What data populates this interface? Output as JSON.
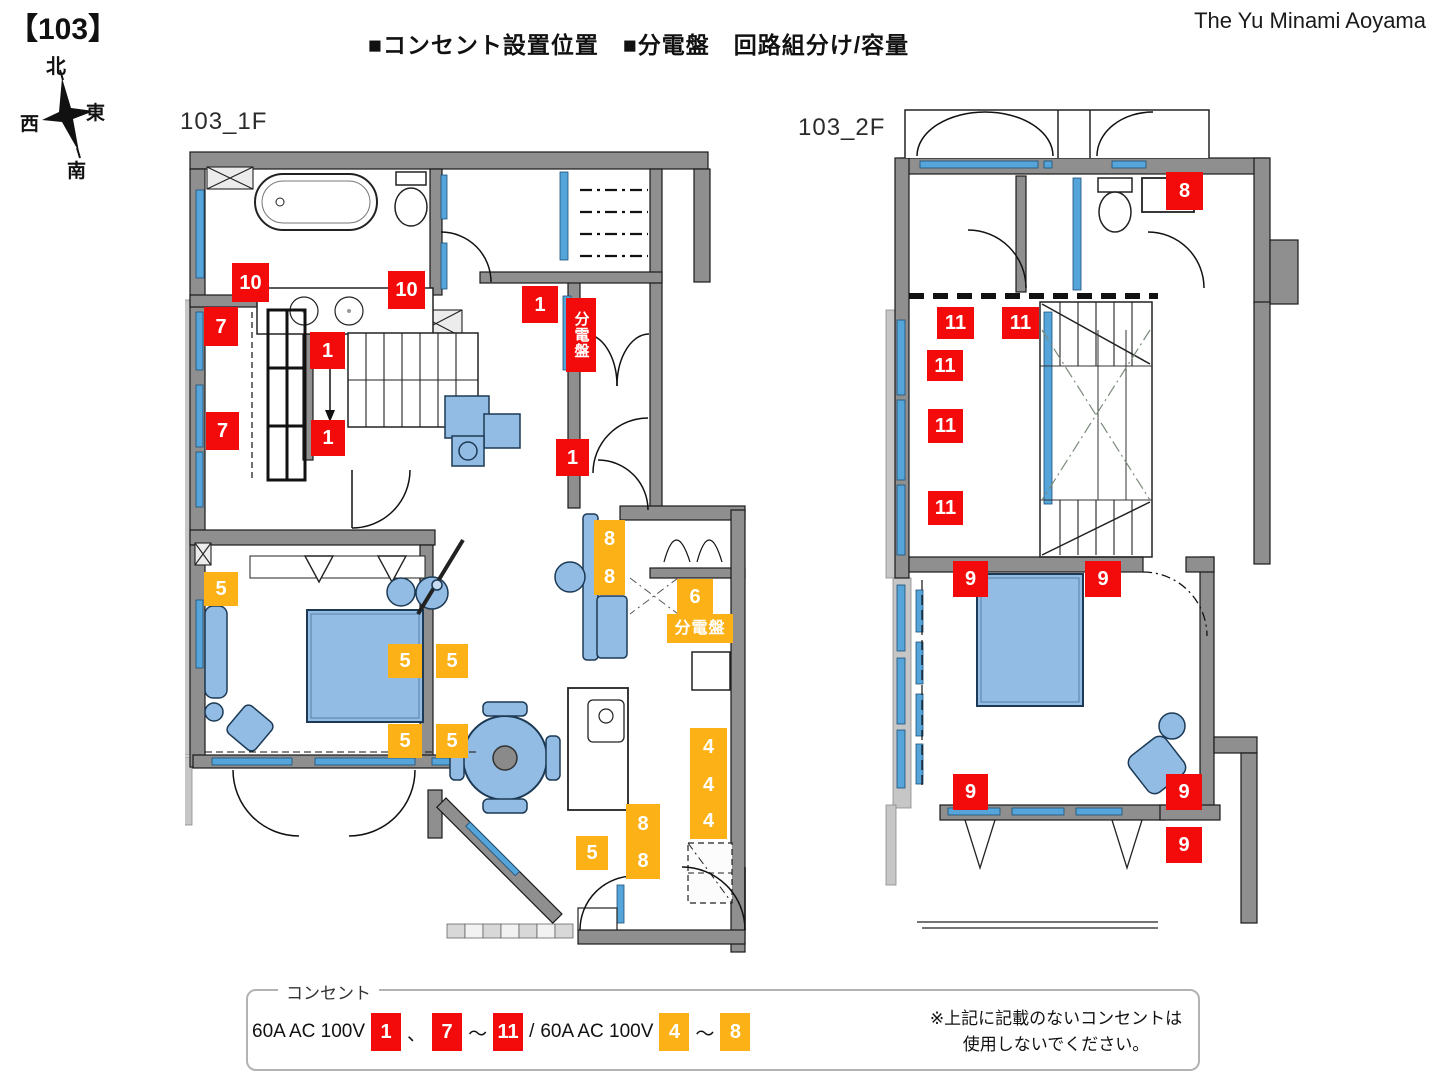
{
  "page": {
    "title": "【103】",
    "building": "The Yu Minami Aoyama",
    "header": "■コンセント設置位置　■分電盤　回路組分け/容量"
  },
  "compass": {
    "north": "北",
    "south": "南",
    "east": "東",
    "west": "西"
  },
  "plans": {
    "f1": {
      "label": "103_1F"
    },
    "f2": {
      "label": "103_2F"
    }
  },
  "markers_1f": [
    {
      "label": "10",
      "color": "red"
    },
    {
      "label": "10",
      "color": "red"
    },
    {
      "label": "7",
      "color": "red"
    },
    {
      "label": "7",
      "color": "red"
    },
    {
      "label": "1",
      "color": "red"
    },
    {
      "label": "1",
      "color": "red"
    },
    {
      "label": "1",
      "color": "red"
    },
    {
      "label": "分電盤",
      "color": "red"
    },
    {
      "label": "1",
      "color": "red"
    },
    {
      "label": "5",
      "color": "yellow"
    },
    {
      "label": "5",
      "color": "yellow"
    },
    {
      "label": "5",
      "color": "yellow"
    },
    {
      "label": "5",
      "color": "yellow"
    },
    {
      "label": "5",
      "color": "yellow"
    },
    {
      "label": "8",
      "color": "yellow"
    },
    {
      "label": "8",
      "color": "yellow"
    },
    {
      "label": "6",
      "color": "yellow"
    },
    {
      "label": "分電盤",
      "color": "yellow"
    },
    {
      "label": "4",
      "color": "yellow"
    },
    {
      "label": "4",
      "color": "yellow"
    },
    {
      "label": "4",
      "color": "yellow"
    },
    {
      "label": "5",
      "color": "yellow"
    },
    {
      "label": "8",
      "color": "yellow"
    },
    {
      "label": "8",
      "color": "yellow"
    }
  ],
  "markers_2f": [
    {
      "label": "8",
      "color": "red"
    },
    {
      "label": "11",
      "color": "red"
    },
    {
      "label": "11",
      "color": "red"
    },
    {
      "label": "11",
      "color": "red"
    },
    {
      "label": "11",
      "color": "red"
    },
    {
      "label": "11",
      "color": "red"
    },
    {
      "label": "9",
      "color": "red"
    },
    {
      "label": "9",
      "color": "red"
    },
    {
      "label": "9",
      "color": "red"
    },
    {
      "label": "9",
      "color": "red"
    },
    {
      "label": "9",
      "color": "red"
    }
  ],
  "legend": {
    "title": "コンセント",
    "circuit_text_red": "60A AC 100V",
    "sep_comma": "、",
    "sep_tilde1": "〜",
    "sep_slash": "/",
    "circuit_text_yellow": "60A AC 100V",
    "sep_tilde2": "〜",
    "red_boxes": [
      "1",
      "7",
      "11"
    ],
    "yellow_boxes": [
      "4",
      "8"
    ],
    "note1": "※上記に記載のないコンセントは",
    "note2": "使用しないでください。"
  },
  "colors": {
    "marker_red": "#f30b0b",
    "marker_yellow": "#fcb216",
    "wall_gray": "#8f8f8f",
    "furniture_blue": "#93bce4",
    "window_blue": "#55a4da"
  }
}
